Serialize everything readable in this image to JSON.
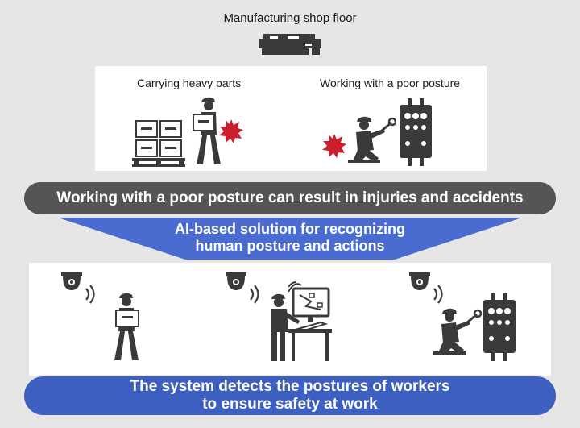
{
  "top_title": "Manufacturing shop floor",
  "scenarios": {
    "carrying_label": "Carrying heavy parts",
    "posture_label": "Working with a poor posture"
  },
  "warning_banner": "Working with a poor posture can result in injuries and accidents",
  "solution": {
    "line1": "AI-based solution for recognizing",
    "line2": "human posture and actions"
  },
  "result_banner": {
    "line1": "The system detects the postures of workers",
    "line2": "to ensure safety at work"
  },
  "colors": {
    "background": "#e6e6e6",
    "panel": "#ffffff",
    "gray_banner": "#555555",
    "blue_banner": "#3d5fc2",
    "funnel": "#4a6cd0",
    "hazard": "#cc1f2d",
    "icon": "#3a3a3a"
  },
  "icons": [
    "factory-icon",
    "pallet-boxes-icon",
    "worker-carrying-box-icon",
    "hazard-burst-icon",
    "kneeling-worker-wrench-icon",
    "control-panel-icon",
    "camera-icon",
    "wifi-signal-icon",
    "worker-at-monitor-icon"
  ]
}
